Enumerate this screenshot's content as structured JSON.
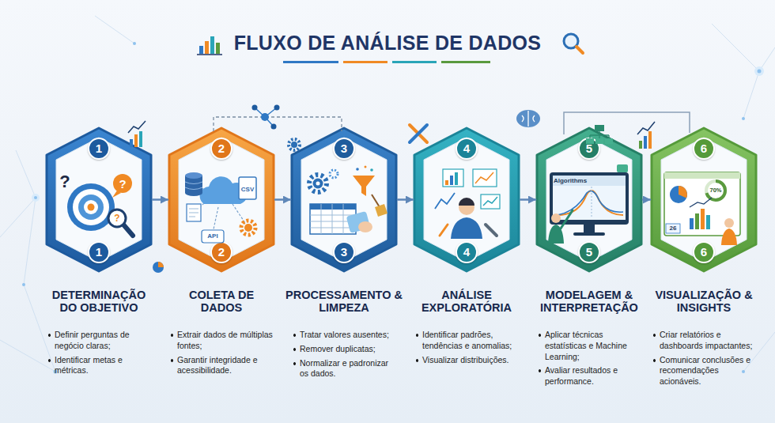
{
  "diagram": {
    "title": "FLUXO DE ANÁLISE DE DADOS",
    "nodes": [
      {
        "text": [
          "1",
          "1",
          "DETERMINAÇÃO DO OBJETIVO",
          "Definir perguntas de negócio claras;",
          "Identificar metas e métricas."
        ]
      },
      {
        "text": [
          "2",
          "2",
          "COLETA DE DADOS",
          "Extrair dados de múltiplas fontes;",
          "Garantir integridade e acessibilidade."
        ]
      },
      {
        "text": [
          "3",
          "3",
          "PROCESSAMENTO & LIMPEZA",
          "Tratar valores ausentes;",
          "Remover duplicatas;",
          "Normalizar e padronizar os dados."
        ]
      },
      {
        "text": [
          "4",
          "4",
          "ANÁLISE EXPLORATÓRIA",
          "Identificar padrões, tendências e anomalias;",
          "Visualizar distribuições."
        ]
      },
      {
        "text": [
          "5",
          "5",
          "MODELAGEM & INTERPRETAÇÃO",
          "Aplicar técnicas estatísticas e Machine Learning;",
          "Avaliar resultados e performance."
        ]
      },
      {
        "text": [
          "6",
          "6",
          "VISUALIZAÇÃO & INSIGHTS",
          "Criar relatórios e dashboards impactantes;",
          "Comunicar conclusões e recomendações acionáveis."
        ]
      }
    ],
    "edges": [
      {
        "from": 0,
        "to": 1,
        "arrow": "to"
      },
      {
        "from": 1,
        "to": 2,
        "arrow": "to"
      },
      {
        "from": 2,
        "to": 3,
        "arrow": "to"
      },
      {
        "from": 3,
        "to": 4,
        "arrow": "to"
      },
      {
        "from": 4,
        "to": 5,
        "arrow": "to"
      }
    ],
    "labels": [
      "?",
      "?",
      "?",
      "CSV",
      "API",
      "Algorithms",
      "70%",
      "26"
    ]
  }
}
